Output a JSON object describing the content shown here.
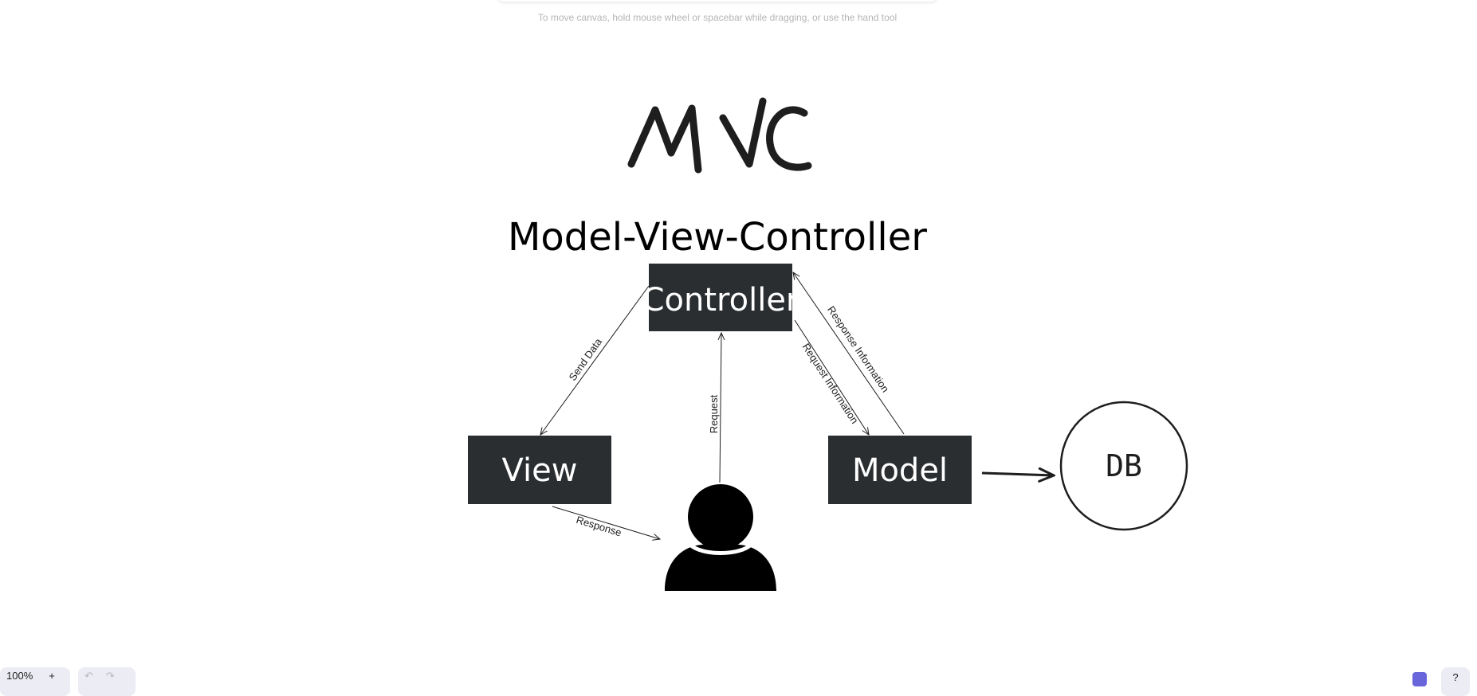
{
  "canvas": {
    "hint": "To move canvas, hold mouse wheel or spacebar while dragging, or use the hand tool"
  },
  "diagram": {
    "title": "MVC",
    "subtitle": "Model-View-Controller",
    "nodes": {
      "controller": "Controller",
      "view": "View",
      "model": "Model",
      "db": "DB",
      "user": "user-silhouette-icon"
    },
    "edges": {
      "send_data": "Send Data",
      "request": "Request",
      "request_information": "Request Information",
      "response_information": "Response Information",
      "response": "Response"
    },
    "colors": {
      "box_fill": "#2a2e31",
      "box_text": "#ffffff",
      "stroke": "#1e1e1e"
    }
  },
  "footer": {
    "zoom_label": "100%",
    "zoom_in": "+",
    "undo_icon": "undo-icon",
    "redo_icon": "redo-icon",
    "help_label": "?"
  }
}
